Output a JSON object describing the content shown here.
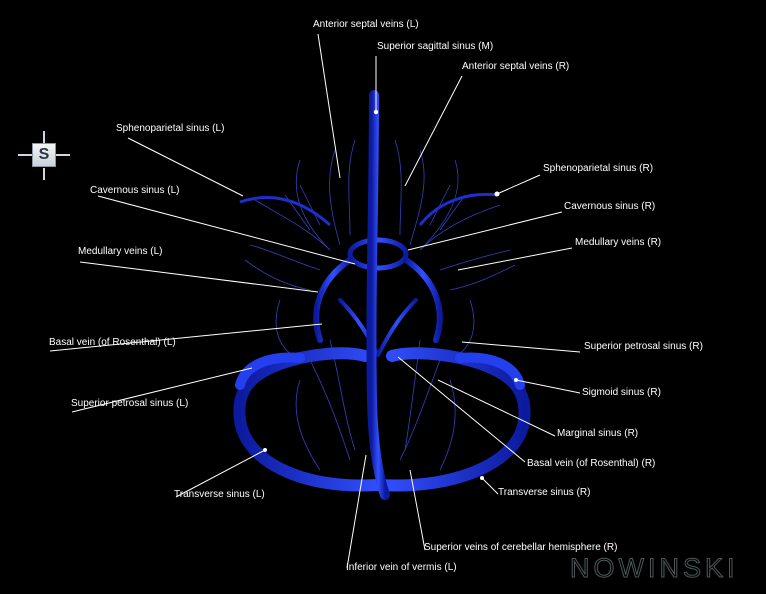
{
  "orientation": {
    "letter": "S"
  },
  "labels": [
    {
      "id": "anterior-septal-veins-l",
      "text": "Anterior septal veins (L)"
    },
    {
      "id": "superior-sagittal-sinus-m",
      "text": "Superior sagittal sinus (M)"
    },
    {
      "id": "anterior-septal-veins-r",
      "text": "Anterior septal veins (R)"
    },
    {
      "id": "sphenoparietal-sinus-l",
      "text": "Sphenoparietal sinus (L)"
    },
    {
      "id": "sphenoparietal-sinus-r",
      "text": "Sphenoparietal sinus (R)"
    },
    {
      "id": "cavernous-sinus-l",
      "text": "Cavernous sinus (L)"
    },
    {
      "id": "cavernous-sinus-r",
      "text": "Cavernous sinus (R)"
    },
    {
      "id": "medullary-veins-l",
      "text": "Medullary veins (L)"
    },
    {
      "id": "medullary-veins-r",
      "text": "Medullary veins (R)"
    },
    {
      "id": "basal-vein-l",
      "text": "Basal vein (of Rosenthal) (L)"
    },
    {
      "id": "superior-petrosal-sinus-r",
      "text": "Superior petrosal sinus (R)"
    },
    {
      "id": "sigmoid-sinus-r",
      "text": "Sigmoid sinus (R)"
    },
    {
      "id": "superior-petrosal-sinus-l",
      "text": "Superior petrosal sinus (L)"
    },
    {
      "id": "marginal-sinus-r",
      "text": "Marginal sinus (R)"
    },
    {
      "id": "basal-vein-r",
      "text": "Basal vein (of Rosenthal) (R)"
    },
    {
      "id": "transverse-sinus-l",
      "text": "Transverse sinus (L)"
    },
    {
      "id": "transverse-sinus-r",
      "text": "Transverse sinus (R)"
    },
    {
      "id": "superior-veins-cerebellar-r",
      "text": "Superior veins of cerebellar hemisphere (R)"
    },
    {
      "id": "inferior-vein-vermis-l",
      "text": "Inferior vein of vermis (L)"
    }
  ],
  "logo": {
    "text": "NOWINSKI"
  },
  "colors": {
    "background": "#000000",
    "vessel": "#1a2fd6",
    "vessel_highlight": "#4f66ff",
    "leader": "#ffffff",
    "label": "#ffffff"
  }
}
